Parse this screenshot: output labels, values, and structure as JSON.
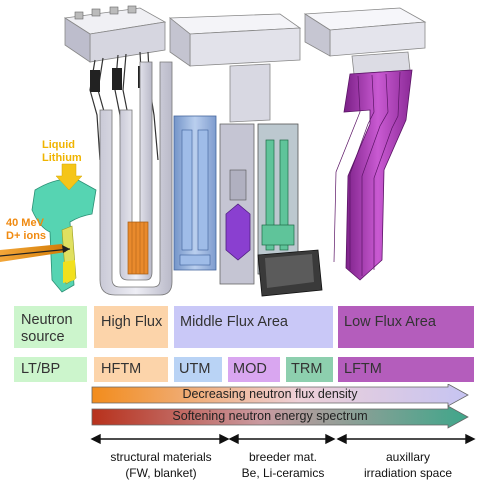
{
  "illustration": {
    "liquid_lithium_label": "Liquid\nLithium",
    "beam_label": "40 MeV\nD+ ions"
  },
  "zones": {
    "neutron_source": "Neutron\nsource",
    "high_flux": "High Flux",
    "middle_flux": "Middle Flux Area",
    "low_flux": "Low Flux Area"
  },
  "modules": {
    "ltbp": "LT/BP",
    "hftm": "HFTM",
    "utm": "UTM",
    "mod": "MOD",
    "trm": "TRM",
    "lftm": "LFTM"
  },
  "arrows": {
    "flux": "Decreasing neutron flux density",
    "energy": "Softening neutron energy spectrum"
  },
  "applications": {
    "structural": "structural materials\n(FW, blanket)",
    "breeder": "breeder mat.\nBe, Li-ceramics",
    "auxiliary": "auxillary\nirradiation space"
  },
  "colors": {
    "neutron_source": "#ccf5cc",
    "high_flux": "#fcd4aa",
    "middle_flux": "#c9c8f7",
    "low_flux": "#b45dbc",
    "utm": "#b9d3f5",
    "mod": "#d9a6f0",
    "trm": "#8dcfae",
    "lithium_arrow": "#f5c518",
    "beam": "#f29b1d"
  }
}
